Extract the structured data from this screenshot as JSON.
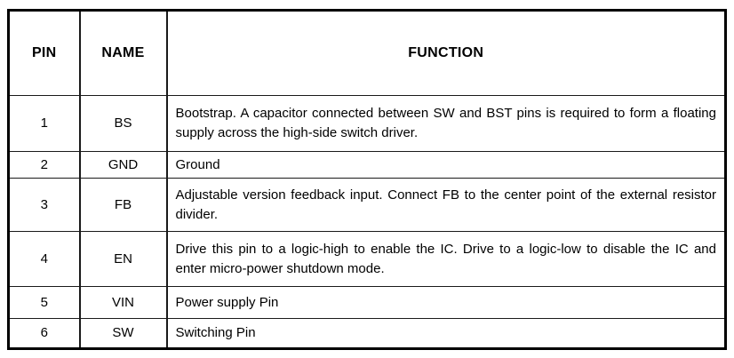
{
  "table": {
    "headers": [
      "PIN",
      "NAME",
      "FUNCTION"
    ],
    "rows": [
      {
        "pin": "1",
        "name": "BS",
        "function": "Bootstrap. A capacitor connected between SW and BST pins is required to form a floating supply across the high-side switch driver."
      },
      {
        "pin": "2",
        "name": "GND",
        "function": "Ground"
      },
      {
        "pin": "3",
        "name": "FB",
        "function": "Adjustable version feedback input. Connect FB to the center point of the external resistor divider."
      },
      {
        "pin": "4",
        "name": "EN",
        "function": "Drive this pin to a logic-high to enable the IC. Drive to a logic-low to disable the IC and enter micro-power shutdown mode."
      },
      {
        "pin": "5",
        "name": "VIN",
        "function": "Power supply Pin"
      },
      {
        "pin": "6",
        "name": "SW",
        "function": "Switching Pin"
      }
    ]
  }
}
